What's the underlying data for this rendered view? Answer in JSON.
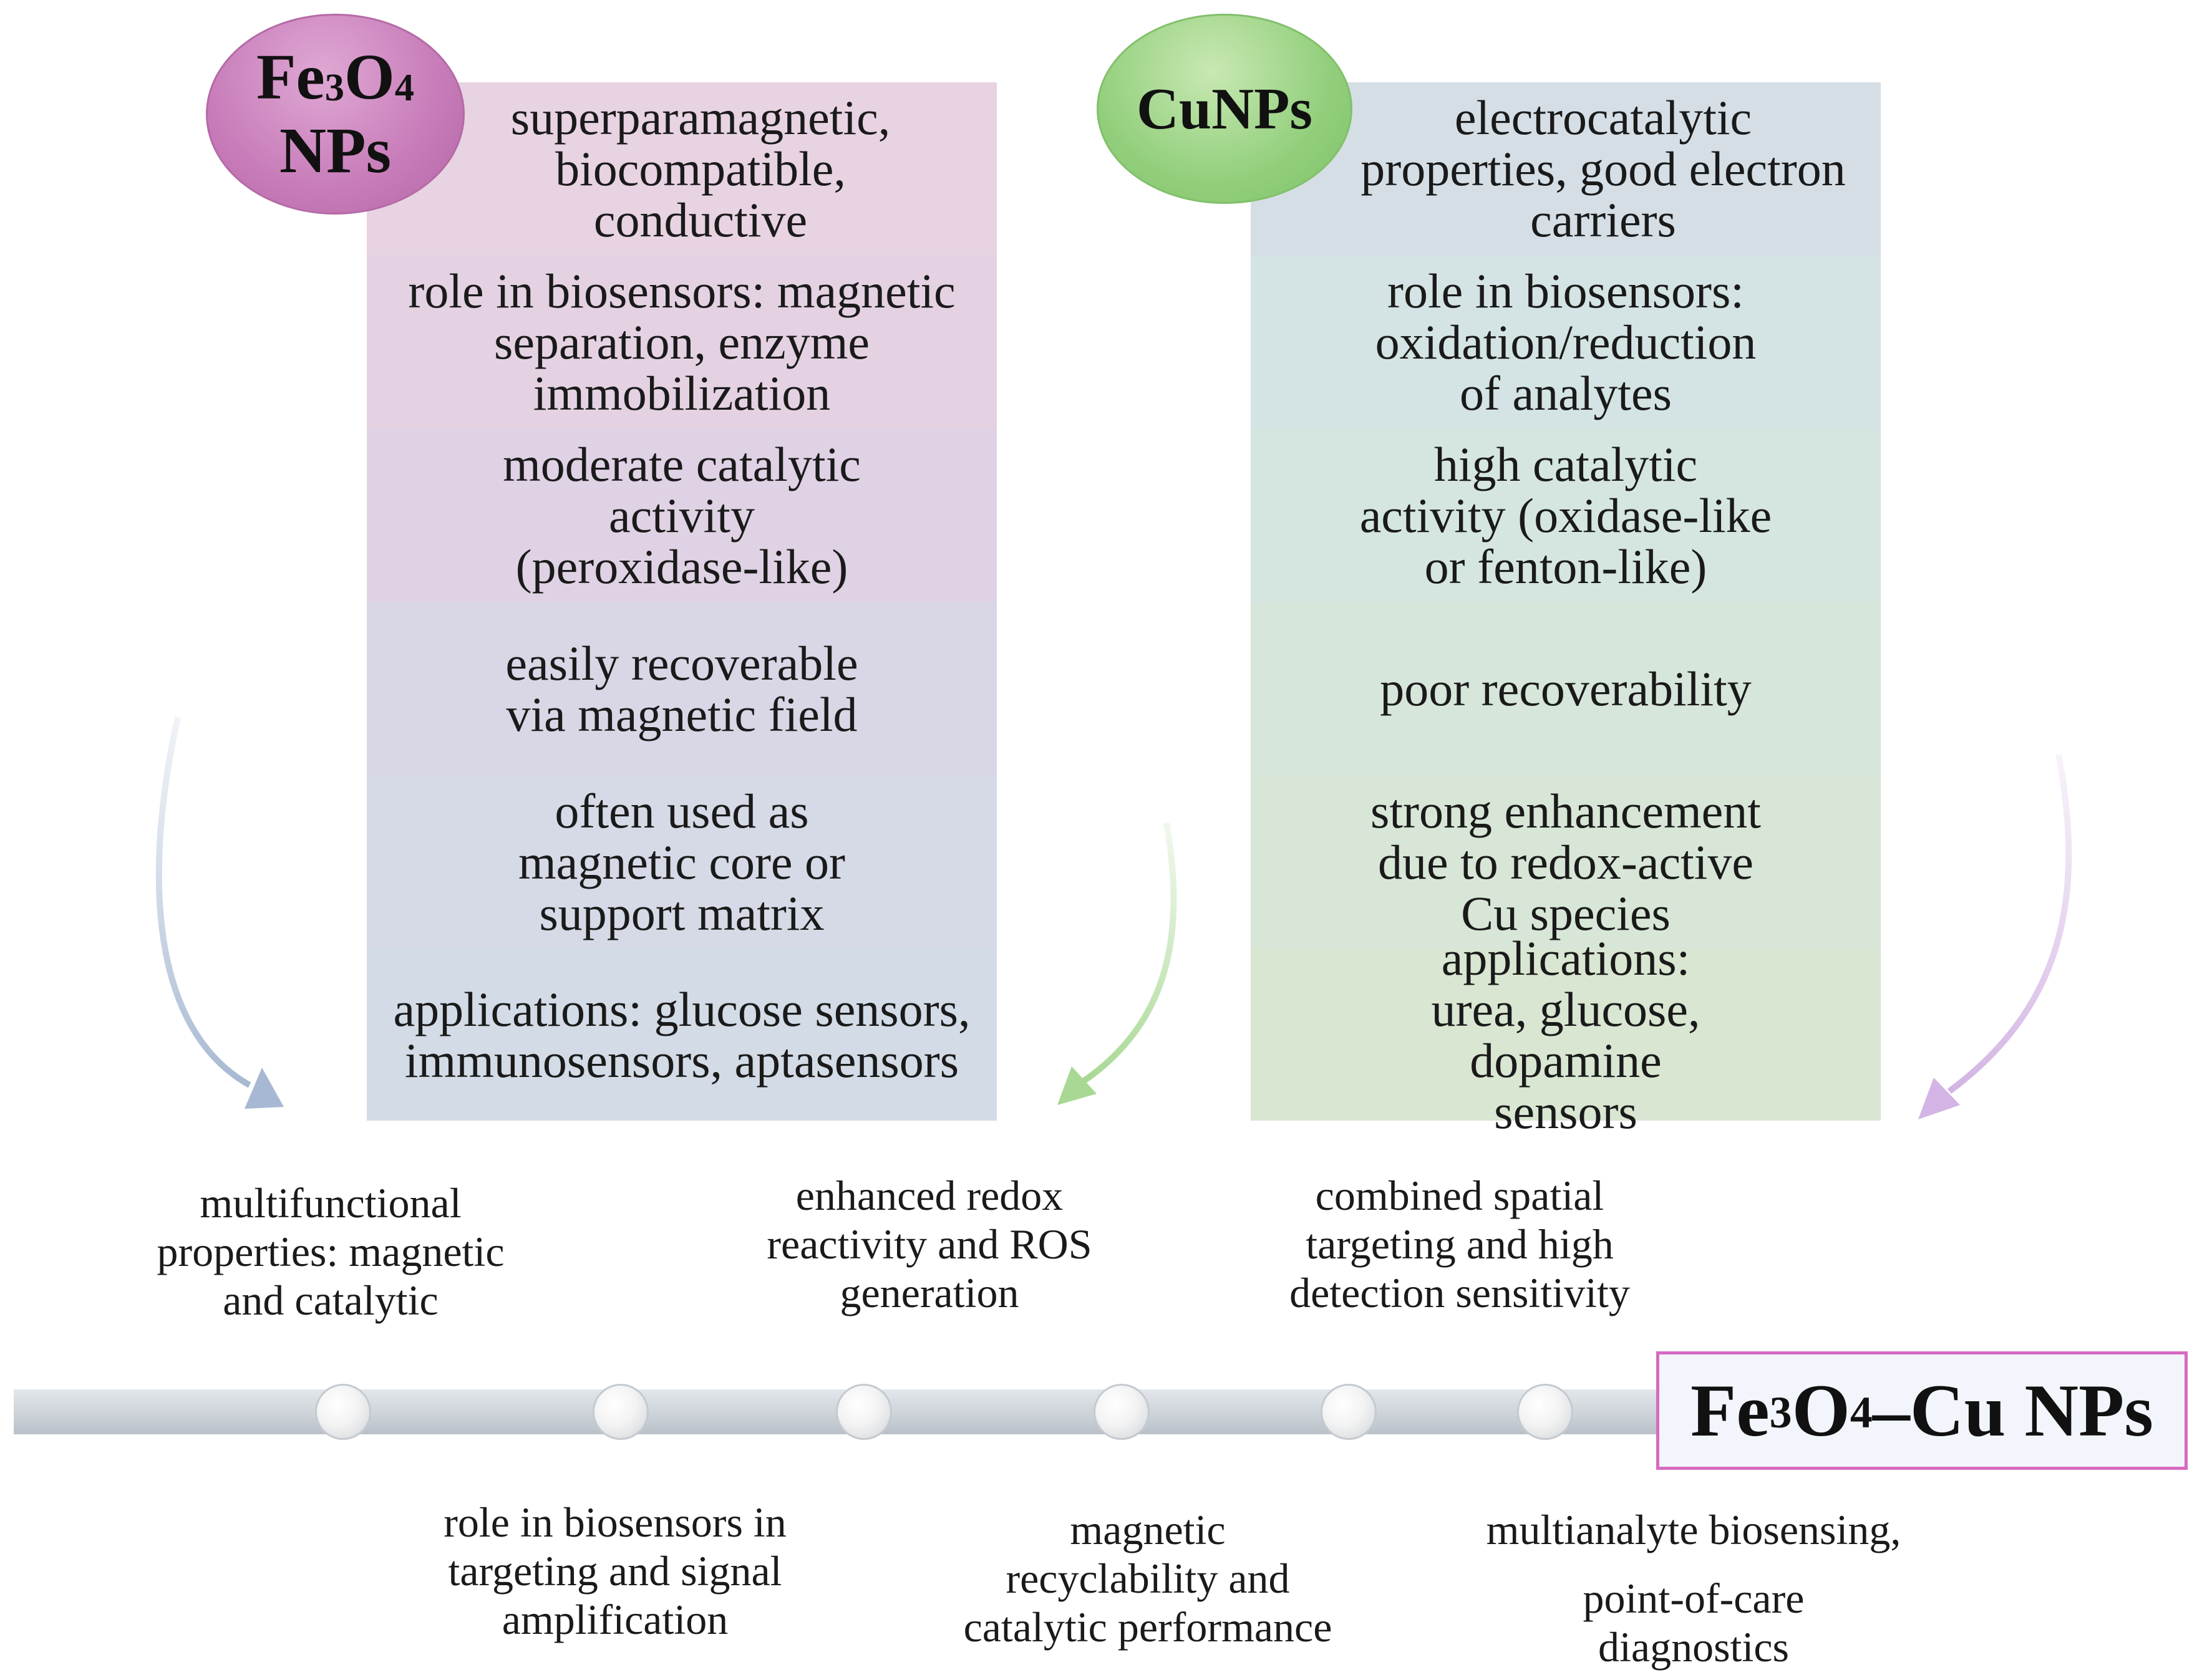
{
  "fe3o4": {
    "title_parts": [
      "Fe",
      "3",
      "O",
      "4",
      " NPs"
    ],
    "cells": [
      "superparamagnetic, biocompatible, conductive",
      "role in biosensors: magnetic separation, enzyme immobilization",
      "moderate catalytic activity (peroxidase-like)",
      "easily recoverable via magnetic field",
      "often used as magnetic core or support matrix",
      "applications: glucose sensors, immunosensors, aptasensors"
    ],
    "colors": [
      "#e7d3e2",
      "#e4d2e2",
      "#dfd2e4",
      "#d9d6e6",
      "#d6dae7",
      "#d3dbe6"
    ]
  },
  "cunps": {
    "title": "CuNPs",
    "cells": [
      "electrocatalytic properties, good electron carriers",
      "role in biosensors: oxidation/reduction of analytes",
      "high catalytic activity (oxidase-like or fenton-like)",
      "poor recoverability",
      "strong enhancement due to redox-active Cu species",
      "applications: urea, glucose, dopamine sensors"
    ],
    "colors": [
      "#d5dee5",
      "#d4e3e3",
      "#d5e6e0",
      "#d6e6da",
      "#d7e6d6",
      "#d9e6d2"
    ]
  },
  "timeline": {
    "result_parts": [
      "Fe",
      "3",
      "O",
      "4",
      "–Cu NPs"
    ],
    "captions_top": [
      "multifunctional\nproperties: magnetic\nand catalytic",
      "enhanced redox\nreactivity and ROS\ngeneration",
      "combined spatial\ntargeting and high\ndetection sensitivity"
    ],
    "captions_bottom": [
      "role in biosensors in\ntargeting and signal\namplification",
      "magnetic\nrecyclability and\ncatalytic performance",
      "multianalyte biosensing,"
    ],
    "caption_extra": "point-of-care\ndiagnostics"
  }
}
